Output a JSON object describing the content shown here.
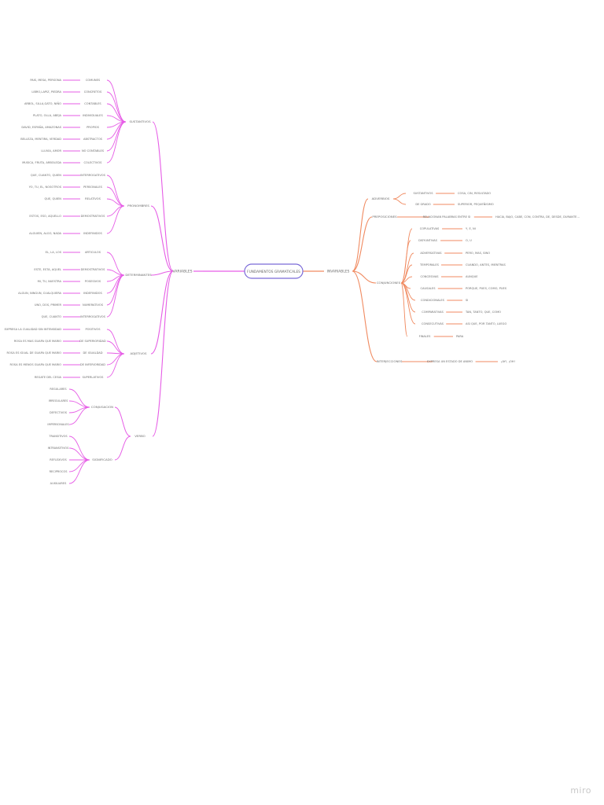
{
  "watermark": "miro",
  "colors": {
    "left_branch": "#e65ce6",
    "right_branch": "#f08a60",
    "root_border": "#7a6ad8",
    "text": "#6b6b6b"
  },
  "root": {
    "label": "FUNDAMENTOS GRAMATICALES"
  },
  "left": {
    "label": "VARIABLES",
    "groups": [
      {
        "label": "SUSTANTIVOS",
        "items": [
          {
            "label": "COMUNES",
            "example": "PAIS, MESA, PERSONA"
          },
          {
            "label": "CONCRETOS",
            "example": "LIBRO,LAPIZ, PIEDRA"
          },
          {
            "label": "CONTABLES",
            "example": "ARBOL, SILLA,GATO, NIÑO"
          },
          {
            "label": "INDIVIDUALES",
            "example": "PLATO, OLLA, ABEJA"
          },
          {
            "label": "PROPIOS",
            "example": "DAVID, ESPAÑA, AMAZONAS"
          },
          {
            "label": "ABSTRACTOS",
            "example": "BELLEZA, MENTIRA, VERDAD"
          },
          {
            "label": "NO CONTABLES",
            "example": "LLUVIA, AMOR"
          },
          {
            "label": "COLECTIVOS",
            "example": "MUSICA, FRUTA, ARBOLEDA"
          }
        ]
      },
      {
        "label": "PRONOMBRES",
        "items": [
          {
            "label": "INTERROGATIVOS",
            "example": "QUE, CUANTO, QUIEN"
          },
          {
            "label": "PERSONALES",
            "example": "YO, TU, EL, NOSOTROS"
          },
          {
            "label": "RELATIVOS",
            "example": "QUE, QUIEN"
          },
          {
            "label": "DEMOSTRATIVOS",
            "example": "ESTOS, ESO, AQUELLO"
          },
          {
            "label": "INDEFINIDOS",
            "example": "ALGUIEN, ALGO, NADA"
          }
        ]
      },
      {
        "label": "DETERMINANTES",
        "items": [
          {
            "label": "ARTICULOS",
            "example": "EL, LA, LOS"
          },
          {
            "label": "DEMOSTRATIVOS",
            "example": "ESTE, ESTA, AQUEL"
          },
          {
            "label": "POSESIVOS",
            "example": "MI, TU, NUESTRA"
          },
          {
            "label": "INDEFINIDOS",
            "example": "ALGUN, NINGUN, CUALQUIERA"
          },
          {
            "label": "NUMERATIVOS",
            "example": "UNO, DOS, PRIMER"
          },
          {
            "label": "INTERROGATIVOS",
            "example": "QUE, CUANTO"
          }
        ]
      },
      {
        "label": "ADJETIVOS",
        "items": [
          {
            "label": "POSITIVOS",
            "example": "EXPRESA LA CUALIDAD SIN INTENSIDAD"
          },
          {
            "label": "DE SUPERIORIDAD",
            "example": "ROSA ES MAS GUAPA QUE MARIO"
          },
          {
            "label": "DE IGUALDAD",
            "example": "ROSA ES IGUAL DE GUAPA QUE MARIO"
          },
          {
            "label": "DE INFERIORIDAD",
            "example": "ROSA ES MENOS GUAPA QUE MARIO"
          },
          {
            "label": "SUPERLATIVOS",
            "example": "REGATE DEL CESIA"
          }
        ]
      },
      {
        "label": "VERBO",
        "subgroups": [
          {
            "label": "CONJUGACION",
            "items": [
              "REGULARES",
              "IRREGULARES",
              "DEFECTIVOS",
              "IMPERSONALES"
            ]
          },
          {
            "label": "SIGNIFICADO",
            "items": [
              "TRANSITIVOS",
              "INTRANSITIVOS",
              "REFLEXIVOS",
              "RECIPROCOS",
              "AUXILIARES"
            ]
          }
        ]
      }
    ]
  },
  "right": {
    "label": "INVARIABLES",
    "groups": [
      {
        "label": "ADVERBIOS",
        "items": [
          {
            "label": "SUSTANTIVOS",
            "example": "COSA, CIN, RESULTADO"
          },
          {
            "label": "DE GRADO",
            "example": "SUPERIOR, PEQUEÑISIMO"
          }
        ]
      },
      {
        "label": "PREPOSICIONES",
        "items": [
          {
            "label": "RELACIONAN PALABRAS ENTRE SI",
            "example": "HACIA, BAJO, CABE, CON, CONTRA, DE, DESDE, DURANTE..."
          }
        ]
      },
      {
        "label": "CONJUNCIONES",
        "items": [
          {
            "label": "COPULATIVAS",
            "example": "Y, E, NI"
          },
          {
            "label": "DISYUNTIVAS",
            "example": "O, U"
          },
          {
            "label": "ADVERSATIVAS",
            "example": "PERO, MAS, SINO"
          },
          {
            "label": "TEMPORALES",
            "example": "CUANDO, ANTES, MIENTRAS"
          },
          {
            "label": "CONCESIVAS",
            "example": "AUNQUE"
          },
          {
            "label": "CAUSALES",
            "example": "PORQUE, PUES, COMO, PUES"
          },
          {
            "label": "CONDICIONALES",
            "example": "SI"
          },
          {
            "label": "COMPARATIVAS",
            "example": "TAN, TANTO, QUE, COMO"
          },
          {
            "label": "CONSECUTIVAS",
            "example": "ASI QUE, POR TANTO, LUEGO"
          },
          {
            "label": "FINALES",
            "example": "PARA"
          }
        ]
      },
      {
        "label": "INTERJECCIONES",
        "items": [
          {
            "label": "EXPRESA UN ESTADO DE ANIMO",
            "example": "¡AY!, ¡OH!"
          }
        ]
      }
    ]
  }
}
